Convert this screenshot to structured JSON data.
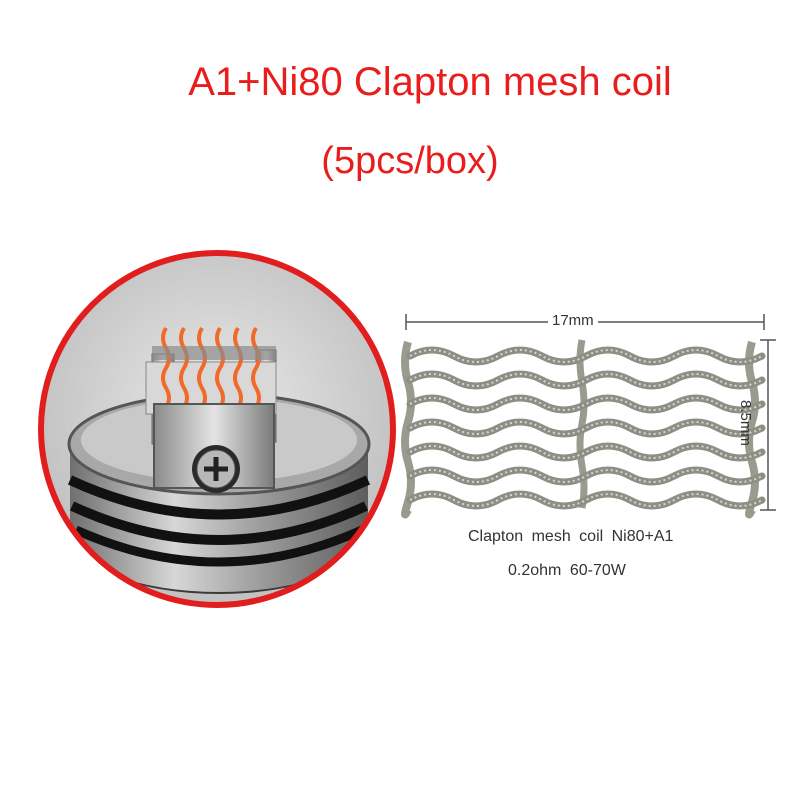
{
  "header": {
    "title": "A1+Ni80 Clapton mesh coil",
    "subtitle": "(5pcs/box)"
  },
  "diagram": {
    "width_label": "17mm",
    "height_label": "8.5mm",
    "coil_name": "Clapton mesh coil Ni80+A1",
    "coil_specs": "0.2ohm 60-70W"
  },
  "colors": {
    "title": "#ea1d1d",
    "circle_border": "#e11d1d",
    "coil_glow": "#f26a2a"
  }
}
